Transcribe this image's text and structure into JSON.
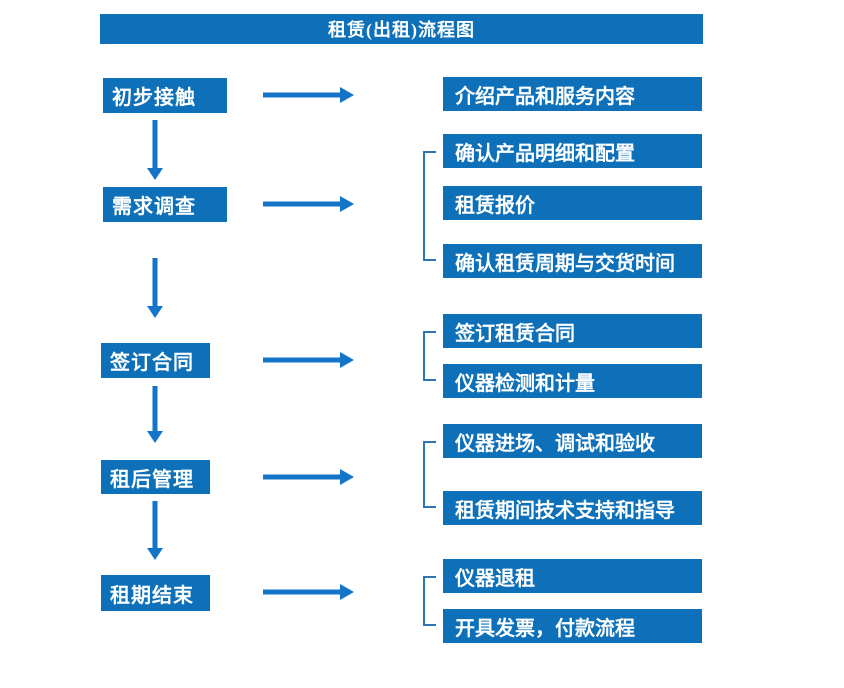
{
  "title": "租赁(出租)流程图",
  "colors": {
    "box": "#0D70B9",
    "arrow": "#1474C8",
    "bracket": "#2E75B6",
    "text": "#FFFFFF",
    "background": "#FFFFFF"
  },
  "stages": [
    {
      "label": "初步接触",
      "details": [
        "介绍产品和服务内容"
      ]
    },
    {
      "label": "需求调查",
      "details": [
        "确认产品明细和配置",
        "租赁报价",
        "确认租赁周期与交货时间"
      ]
    },
    {
      "label": "签订合同",
      "details": [
        "签订租赁合同",
        "仪器检测和计量"
      ]
    },
    {
      "label": "租后管理",
      "details": [
        "仪器进场、调试和验收",
        "租赁期间技术支持和指导"
      ]
    },
    {
      "label": "租期结束",
      "details": [
        "仪器退租",
        "开具发票，付款流程"
      ]
    }
  ]
}
